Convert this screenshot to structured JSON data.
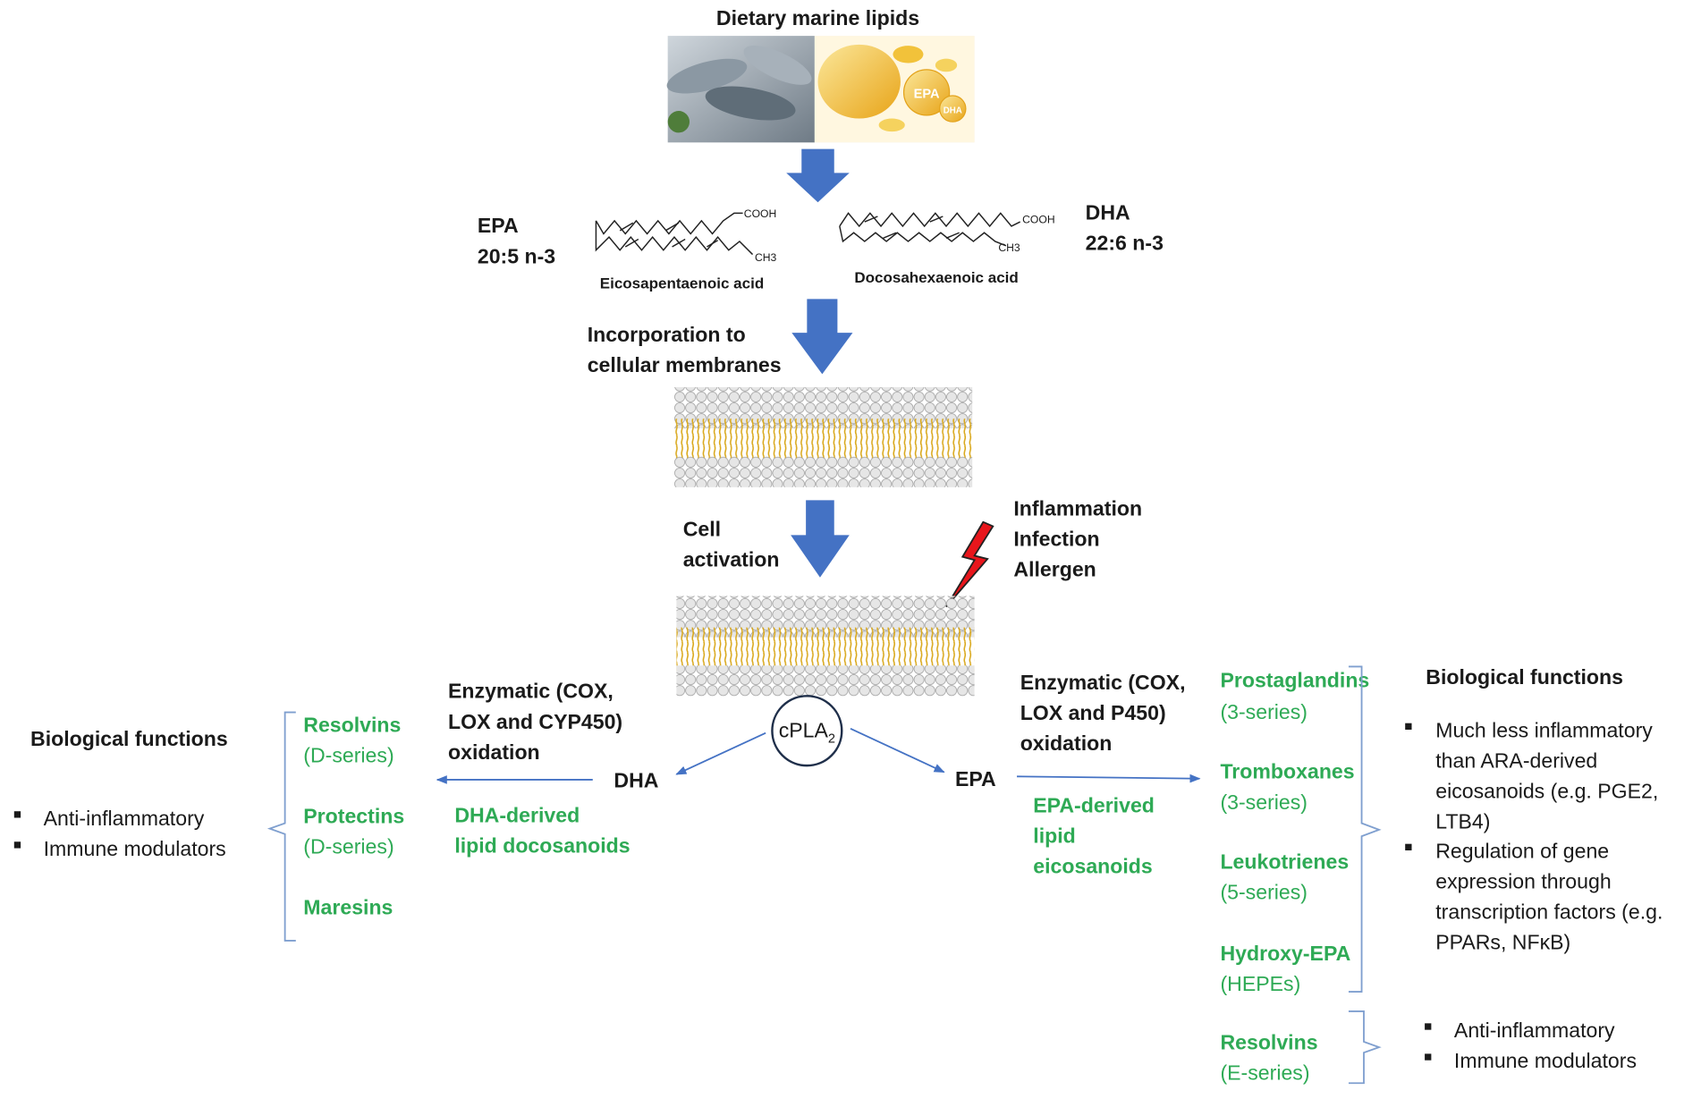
{
  "title": "Dietary  marine lipids",
  "sources": {
    "fish_label": "",
    "oil_epa": "EPA",
    "oil_dha": "DHA"
  },
  "epa_molecule": {
    "abbrev": "EPA",
    "formula": "20:5 n-3",
    "name": "Eicosapentaenoic acid",
    "cooh": "COOH",
    "ch3": "CH3"
  },
  "dha_molecule": {
    "abbrev": "DHA",
    "formula": "22:6 n-3",
    "name": "Docosahexaenoic acid",
    "cooh": "COOH",
    "ch3": "CH3"
  },
  "step1": {
    "line1": "Incorporation to",
    "line2": "cellular membranes"
  },
  "step2": {
    "line1": "Cell",
    "line2": "activation"
  },
  "triggers": [
    "Inflammation",
    "Infection",
    "Allergen"
  ],
  "enzyme": {
    "main": "cPLA",
    "sub": "2"
  },
  "dha_branch": {
    "label": "DHA",
    "oxidation": [
      "Enzymatic (COX,",
      "LOX  and CYP450)",
      "oxidation"
    ],
    "derived": [
      "DHA-derived",
      "lipid docosanoids"
    ],
    "products": [
      {
        "name": "Resolvins",
        "series": "(D-series)"
      },
      {
        "name": "Protectins",
        "series": "(D-series)"
      },
      {
        "name": "Maresins",
        "series": ""
      }
    ],
    "functions_title": "Biological functions",
    "functions": [
      "Anti-inflammatory",
      "Immune modulators"
    ]
  },
  "epa_branch": {
    "label": "EPA",
    "oxidation": [
      "Enzymatic (COX,",
      "LOX and P450)",
      "oxidation"
    ],
    "derived": [
      "EPA-derived",
      "lipid",
      "eicosanoids"
    ],
    "products": [
      {
        "name": "Prostaglandins",
        "series": "(3-series)"
      },
      {
        "name": "Tromboxanes",
        "series": "(3-series)"
      },
      {
        "name": "Leukotrienes",
        "series": "(5-series)"
      },
      {
        "name": "Hydroxy-EPA",
        "series": "(HEPEs)"
      }
    ],
    "functions_title": "Biological functions",
    "functions": [
      [
        "Much less inflammatory",
        "than ARA-derived",
        "eicosanoids (e.g. PGE2,",
        "LTB4)"
      ],
      [
        "Regulation of gene",
        "expression  through",
        "transcription factors (e.g.",
        "PPARs, NFκB)"
      ]
    ],
    "resolvins": {
      "name": "Resolvins",
      "series": "(E-series)"
    },
    "resolvin_functions": [
      "Anti-inflammatory",
      "Immune modulators"
    ]
  },
  "colors": {
    "arrow_blue": "#4472c4",
    "product_green": "#2eaa55",
    "lipid_tail": "#d9a81c",
    "bracket": "#7f9fcf"
  }
}
